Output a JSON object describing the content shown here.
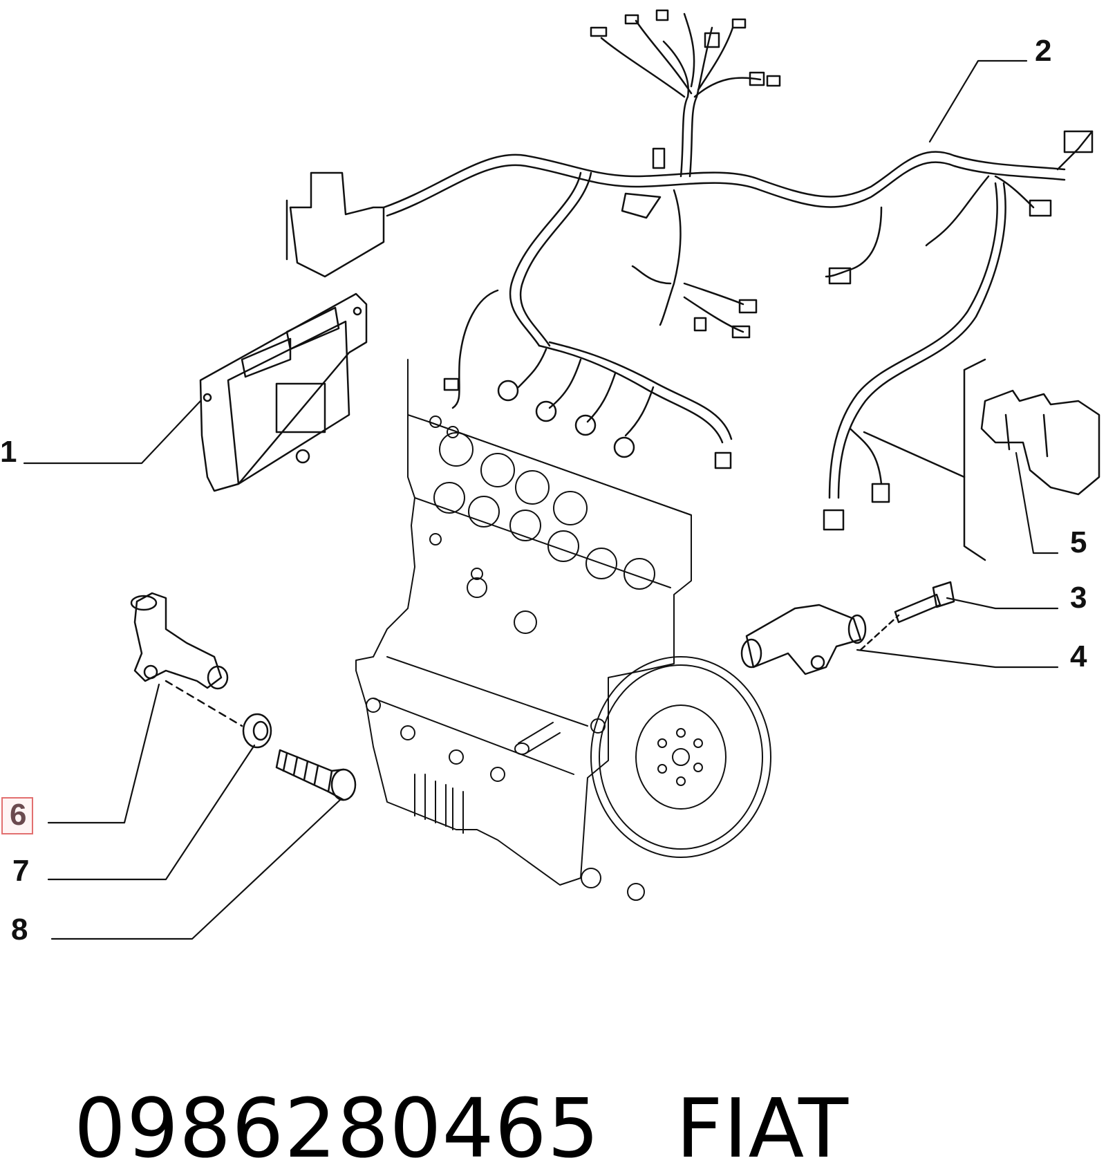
{
  "diagram": {
    "callouts": [
      {
        "id": "1",
        "label": "1",
        "highlighted": false
      },
      {
        "id": "2",
        "label": "2",
        "highlighted": false
      },
      {
        "id": "3",
        "label": "3",
        "highlighted": false
      },
      {
        "id": "4",
        "label": "4",
        "highlighted": false
      },
      {
        "id": "5",
        "label": "5",
        "highlighted": false
      },
      {
        "id": "6",
        "label": "6",
        "highlighted": true
      },
      {
        "id": "7",
        "label": "7",
        "highlighted": false
      },
      {
        "id": "8",
        "label": "8",
        "highlighted": false
      }
    ],
    "highlight_color": "#e26f6f",
    "line_color": "#111111"
  },
  "caption": {
    "part_number": "0986280465",
    "brand": "FIAT"
  }
}
